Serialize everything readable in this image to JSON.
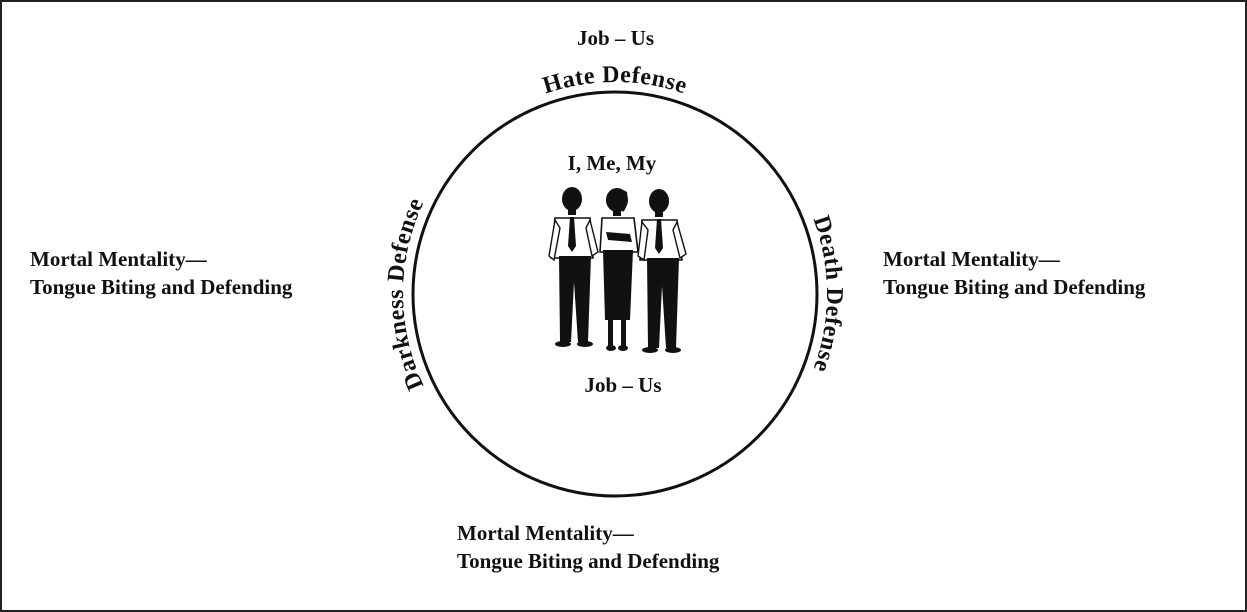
{
  "top_label": "Job – Us",
  "side_labels": {
    "left": {
      "line1": "Mortal Mentality—",
      "line2": "Tongue Biting and Defending"
    },
    "right": {
      "line1": "Mortal Mentality—",
      "line2": "Tongue Biting and Defending"
    },
    "bottom": {
      "line1": "Mortal Mentality—",
      "line2": "Tongue Biting and Defending"
    }
  },
  "circle": {
    "arc_labels": {
      "top": "Hate Defense",
      "left": "Darkness Defense",
      "right": "Death Defense"
    },
    "inner_top": "I, Me, My",
    "inner_bottom": "Job – Us",
    "illustration": "three-business-people-silhouette"
  }
}
